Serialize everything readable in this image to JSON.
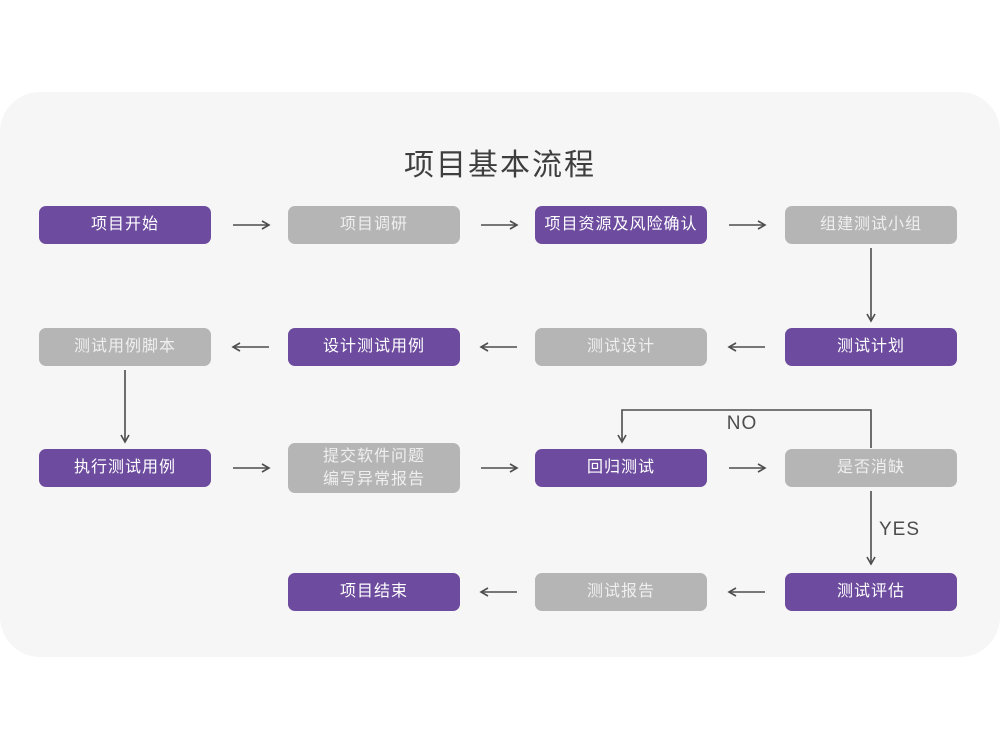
{
  "title": "项目基本流程",
  "decision_labels": {
    "no": "NO",
    "yes": "YES"
  },
  "colors": {
    "page_bg": "#ffffff",
    "card_bg": "#f6f6f6",
    "primary": "#6d4b9e",
    "secondary": "#b5b5b5",
    "node_text": "#ffffff",
    "secondary_text": "#efefef",
    "arrow": "#4d4d4d",
    "title_text": "#3e3e3e"
  },
  "nodes": [
    {
      "id": "project-start",
      "label": "项目开始",
      "type": "primary"
    },
    {
      "id": "project-research",
      "label": "项目调研",
      "type": "secondary"
    },
    {
      "id": "resource-risk",
      "label": "项目资源及风险确认",
      "type": "primary"
    },
    {
      "id": "build-test-team",
      "label": "组建测试小组",
      "type": "secondary"
    },
    {
      "id": "test-plan",
      "label": "测试计划",
      "type": "primary"
    },
    {
      "id": "test-design",
      "label": "测试设计",
      "type": "secondary"
    },
    {
      "id": "design-test-cases",
      "label": "设计测试用例",
      "type": "primary"
    },
    {
      "id": "test-case-scripts",
      "label": "测试用例脚本",
      "type": "secondary"
    },
    {
      "id": "execute-test-cases",
      "label": "执行测试用例",
      "type": "primary"
    },
    {
      "id": "submit-issue-report",
      "label": "提交软件问题\n编写异常报告",
      "type": "secondary"
    },
    {
      "id": "regression-test",
      "label": "回归测试",
      "type": "primary"
    },
    {
      "id": "defect-resolved",
      "label": "是否消缺",
      "type": "secondary"
    },
    {
      "id": "test-evaluation",
      "label": "测试评估",
      "type": "primary"
    },
    {
      "id": "test-report",
      "label": "测试报告",
      "type": "secondary"
    },
    {
      "id": "project-end",
      "label": "项目结束",
      "type": "primary"
    }
  ]
}
